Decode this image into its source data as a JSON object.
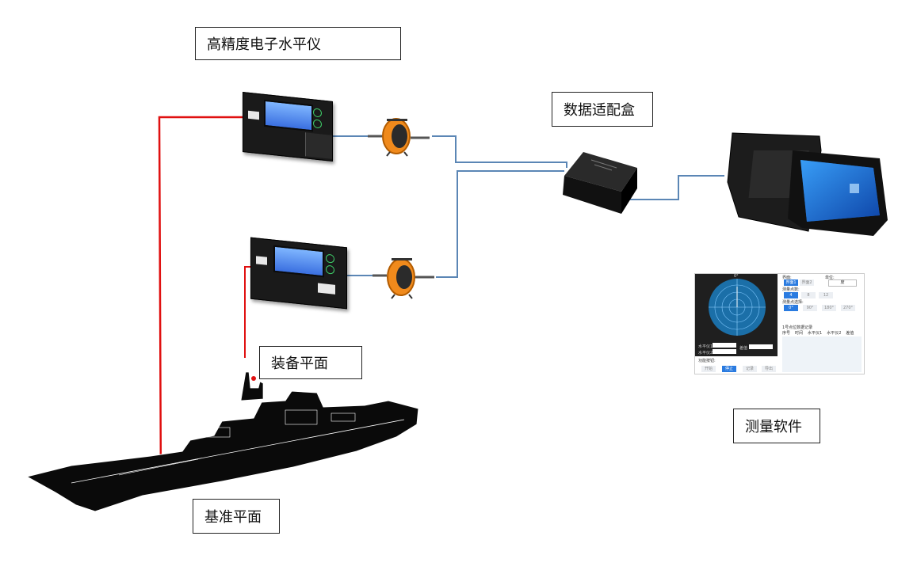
{
  "labels": {
    "level_meter": "高精度电子水平仪",
    "adapter_box": "数据适配盒",
    "equipment_plane": "装备平面",
    "reference_plane": "基准平面",
    "software": "测量软件"
  },
  "software_ui": {
    "row1_left": "界面:",
    "row1_right": "单位:",
    "tab_a": "界面1",
    "tab_b": "界面2",
    "unit": "度",
    "points_label": "测量点数:",
    "points": [
      "4",
      "8",
      "12"
    ],
    "select_label": "测量点选择:",
    "angles": [
      "0°",
      "90°",
      "180°",
      "270°"
    ],
    "record_title": "1号点位数据记录",
    "record_headers": [
      "序号",
      "时间",
      "水平仪1",
      "水平仪2",
      "差值"
    ],
    "level1": "水平仪1",
    "level2": "水平仪2",
    "diff": "差值",
    "actions_label": "功能按钮:",
    "actions": [
      "开始",
      "停止",
      "记录",
      "导出"
    ],
    "dial_top": "0°"
  },
  "colors": {
    "red_line": "#e01010",
    "blue_line": "#5b86b5",
    "reel_orange": "#f08a1c"
  }
}
